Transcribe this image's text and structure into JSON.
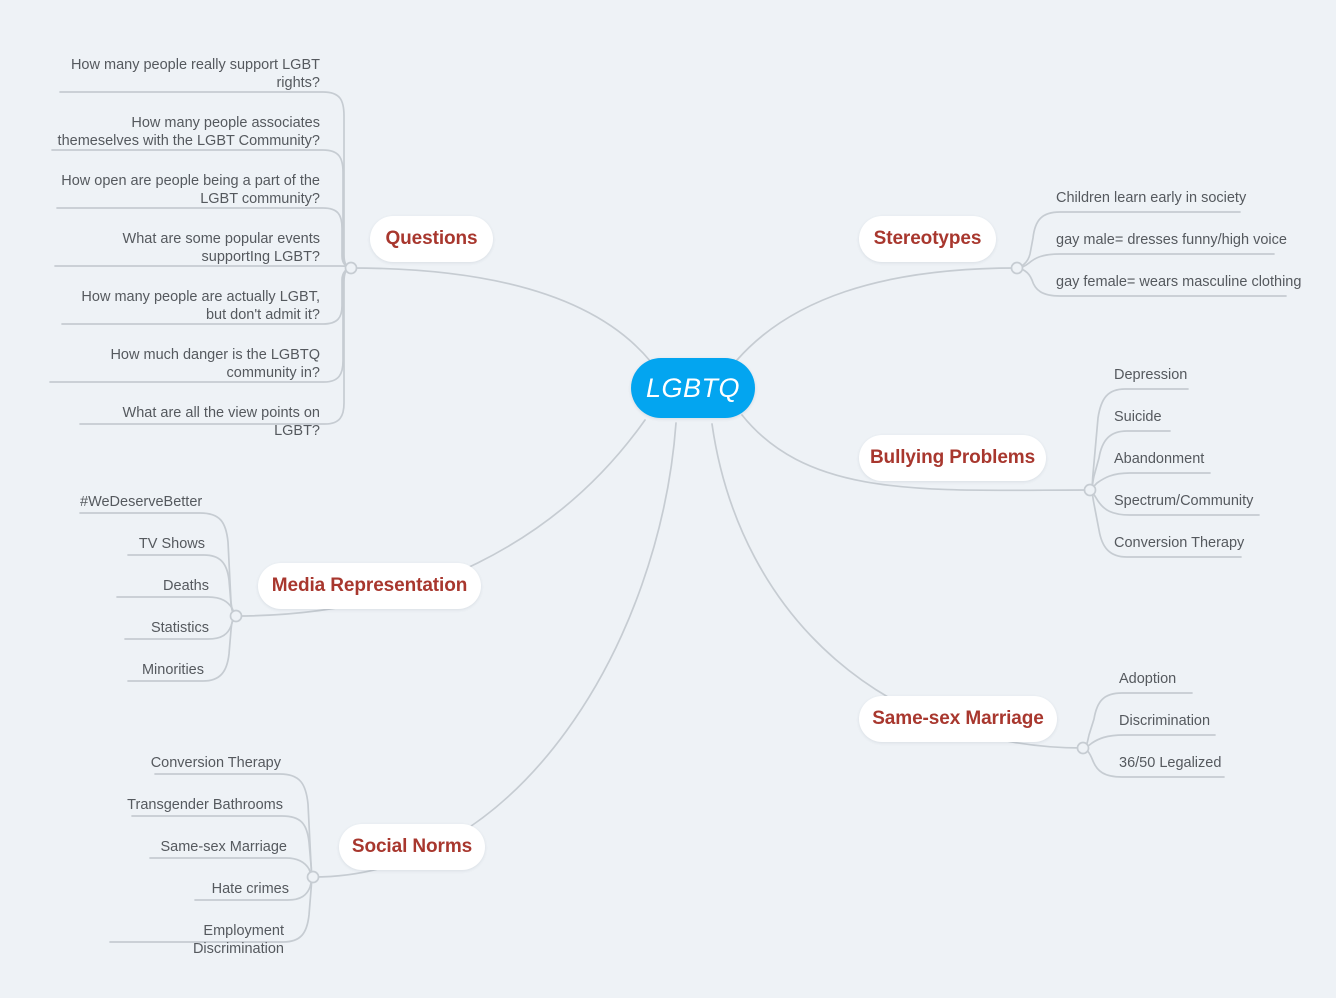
{
  "document": {
    "type": "mind-map",
    "background_color": "#eef2f6",
    "root_color": "#03a5f0",
    "branch_text_color": "#a8372e",
    "leaf_text_color": "#55595e",
    "line_color": "#c6ccd2"
  },
  "root": {
    "label": "LGBTQ"
  },
  "branches": [
    {
      "id": "questions",
      "label": "Questions",
      "side": "left",
      "leaves": [
        {
          "label": "How many people really support LGBT rights?"
        },
        {
          "label": "How many people associates themeselves with the LGBT Community?"
        },
        {
          "label": "How open are people being a part of the LGBT community?"
        },
        {
          "label": "What are some popular events supportIng LGBT?"
        },
        {
          "label": "How many people are actually LGBT, but don't admit it?"
        },
        {
          "label": "How much danger is the LGBTQ community in?"
        },
        {
          "label": "What are all the view points on LGBT?"
        }
      ]
    },
    {
      "id": "media-representation",
      "label": "Media Representation",
      "side": "left",
      "leaves": [
        {
          "label": "#WeDeserveBetter"
        },
        {
          "label": "TV Shows"
        },
        {
          "label": "Deaths"
        },
        {
          "label": "Statistics"
        },
        {
          "label": "Minorities"
        }
      ]
    },
    {
      "id": "social-norms",
      "label": "Social Norms",
      "side": "left",
      "leaves": [
        {
          "label": "Conversion Therapy"
        },
        {
          "label": "Transgender Bathrooms"
        },
        {
          "label": "Same-sex Marriage"
        },
        {
          "label": "Hate crimes"
        },
        {
          "label": "Employment Discrimination"
        }
      ]
    },
    {
      "id": "stereotypes",
      "label": "Stereotypes",
      "side": "right",
      "leaves": [
        {
          "label": "Children learn early in society"
        },
        {
          "label": "gay male= dresses funny/high voice"
        },
        {
          "label": "gay female= wears masculine clothing"
        }
      ]
    },
    {
      "id": "bullying-problems",
      "label": "Bullying Problems",
      "side": "right",
      "leaves": [
        {
          "label": "Depression"
        },
        {
          "label": "Suicide"
        },
        {
          "label": "Abandonment"
        },
        {
          "label": "Spectrum/Community"
        },
        {
          "label": "Conversion Therapy"
        }
      ]
    },
    {
      "id": "same-sex-marriage",
      "label": "Same-sex Marriage",
      "side": "right",
      "leaves": [
        {
          "label": "Adoption"
        },
        {
          "label": "Discrimination"
        },
        {
          "label": "36/50 Legalized"
        }
      ]
    }
  ]
}
